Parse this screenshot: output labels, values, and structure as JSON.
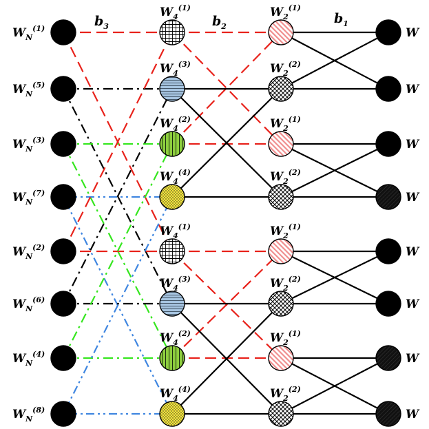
{
  "colors": {
    "red": "#e8221b",
    "black": "#000000",
    "green": "#35e61e",
    "blue": "#3f86e0",
    "fill_blue": "#a6c4e0",
    "fill_green": "#8fd03f",
    "fill_yellow": "#f5e63c",
    "fill_pink": "#f4b7b7"
  },
  "stage_labels": {
    "b3": {
      "main": "b",
      "sub": "3"
    },
    "b2": {
      "main": "b",
      "sub": "2"
    },
    "b1": {
      "main": "b",
      "sub": "1"
    }
  },
  "input_nodes": [
    {
      "main": "W",
      "sub": "N",
      "sup": "(1)"
    },
    {
      "main": "W",
      "sub": "N",
      "sup": "(5)"
    },
    {
      "main": "W",
      "sub": "N",
      "sup": "(3)"
    },
    {
      "main": "W",
      "sub": "N",
      "sup": "(7)"
    },
    {
      "main": "W",
      "sub": "N",
      "sup": "(2)"
    },
    {
      "main": "W",
      "sub": "N",
      "sup": "(6)"
    },
    {
      "main": "W",
      "sub": "N",
      "sup": "(4)"
    },
    {
      "main": "W",
      "sub": "N",
      "sup": "(8)"
    }
  ],
  "stage2_nodes": [
    {
      "main": "W",
      "sub": "4",
      "sup": "(1)",
      "pattern": "grid"
    },
    {
      "main": "W",
      "sub": "4",
      "sup": "(3)",
      "pattern": "hlines"
    },
    {
      "main": "W",
      "sub": "4",
      "sup": "(2)",
      "pattern": "vlines"
    },
    {
      "main": "W",
      "sub": "4",
      "sup": "(4)",
      "pattern": "dots"
    },
    {
      "main": "W",
      "sub": "4",
      "sup": "(1)",
      "pattern": "grid"
    },
    {
      "main": "W",
      "sub": "4",
      "sup": "(3)",
      "pattern": "hlines"
    },
    {
      "main": "W",
      "sub": "4",
      "sup": "(2)",
      "pattern": "vlines"
    },
    {
      "main": "W",
      "sub": "4",
      "sup": "(4)",
      "pattern": "dots"
    }
  ],
  "stage3_nodes": [
    {
      "main": "W",
      "sub": "2",
      "sup": "(1)",
      "pattern": "diag"
    },
    {
      "main": "W",
      "sub": "2",
      "sup": "(2)",
      "pattern": "cross"
    },
    {
      "main": "W",
      "sub": "2",
      "sup": "(1)",
      "pattern": "diag"
    },
    {
      "main": "W",
      "sub": "2",
      "sup": "(2)",
      "pattern": "cross"
    },
    {
      "main": "W",
      "sub": "2",
      "sup": "(1)",
      "pattern": "diag"
    },
    {
      "main": "W",
      "sub": "2",
      "sup": "(2)",
      "pattern": "cross"
    },
    {
      "main": "W",
      "sub": "2",
      "sup": "(1)",
      "pattern": "diag"
    },
    {
      "main": "W",
      "sub": "2",
      "sup": "(2)",
      "pattern": "cross"
    }
  ],
  "output_nodes": [
    {
      "main": "W",
      "fill": "solid"
    },
    {
      "main": "W",
      "fill": "solid"
    },
    {
      "main": "W",
      "fill": "solid"
    },
    {
      "main": "W",
      "fill": "hatched"
    },
    {
      "main": "W",
      "fill": "solid"
    },
    {
      "main": "W",
      "fill": "solid"
    },
    {
      "main": "W",
      "fill": "hatched"
    },
    {
      "main": "W",
      "fill": "hatched"
    }
  ],
  "edges_input_to_stage2": [
    {
      "from": 0,
      "to": 0,
      "style": "dashed",
      "color": "red"
    },
    {
      "from": 0,
      "to": 4,
      "style": "dashed",
      "color": "red"
    },
    {
      "from": 1,
      "to": 1,
      "style": "dashdot",
      "color": "black"
    },
    {
      "from": 1,
      "to": 5,
      "style": "dashdot",
      "color": "black"
    },
    {
      "from": 2,
      "to": 2,
      "style": "dashdot",
      "color": "green"
    },
    {
      "from": 2,
      "to": 6,
      "style": "dashdot",
      "color": "green"
    },
    {
      "from": 3,
      "to": 3,
      "style": "dashdotdot",
      "color": "blue"
    },
    {
      "from": 3,
      "to": 7,
      "style": "dashdotdot",
      "color": "blue"
    },
    {
      "from": 4,
      "to": 0,
      "style": "dashed",
      "color": "red"
    },
    {
      "from": 4,
      "to": 4,
      "style": "dashed",
      "color": "red"
    },
    {
      "from": 5,
      "to": 1,
      "style": "dashdot",
      "color": "black"
    },
    {
      "from": 5,
      "to": 5,
      "style": "dashdot",
      "color": "black"
    },
    {
      "from": 6,
      "to": 2,
      "style": "dashdot",
      "color": "green"
    },
    {
      "from": 6,
      "to": 6,
      "style": "dashdot",
      "color": "green"
    },
    {
      "from": 7,
      "to": 3,
      "style": "dashdotdot",
      "color": "blue"
    },
    {
      "from": 7,
      "to": 7,
      "style": "dashdotdot",
      "color": "blue"
    }
  ],
  "edges_stage2_to_stage3": [
    {
      "from": 0,
      "to": 0,
      "style": "dashed",
      "color": "red"
    },
    {
      "from": 0,
      "to": 2,
      "style": "dashed",
      "color": "red"
    },
    {
      "from": 2,
      "to": 0,
      "style": "dashed",
      "color": "red"
    },
    {
      "from": 2,
      "to": 2,
      "style": "dashed",
      "color": "red"
    },
    {
      "from": 1,
      "to": 1,
      "style": "solid",
      "color": "black"
    },
    {
      "from": 1,
      "to": 3,
      "style": "solid",
      "color": "black"
    },
    {
      "from": 3,
      "to": 1,
      "style": "solid",
      "color": "black"
    },
    {
      "from": 3,
      "to": 3,
      "style": "solid",
      "color": "black"
    },
    {
      "from": 4,
      "to": 4,
      "style": "dashed",
      "color": "red"
    },
    {
      "from": 4,
      "to": 6,
      "style": "dashed",
      "color": "red"
    },
    {
      "from": 6,
      "to": 4,
      "style": "dashed",
      "color": "red"
    },
    {
      "from": 6,
      "to": 6,
      "style": "dashed",
      "color": "red"
    },
    {
      "from": 5,
      "to": 5,
      "style": "solid",
      "color": "black"
    },
    {
      "from": 5,
      "to": 7,
      "style": "solid",
      "color": "black"
    },
    {
      "from": 7,
      "to": 5,
      "style": "solid",
      "color": "black"
    },
    {
      "from": 7,
      "to": 7,
      "style": "solid",
      "color": "black"
    }
  ],
  "edges_stage3_to_output": [
    {
      "from": 0,
      "to": 0,
      "style": "solid",
      "color": "black"
    },
    {
      "from": 1,
      "to": 0,
      "style": "solid",
      "color": "black"
    },
    {
      "from": 0,
      "to": 1,
      "style": "solid",
      "color": "black"
    },
    {
      "from": 1,
      "to": 1,
      "style": "solid",
      "color": "black"
    },
    {
      "from": 2,
      "to": 2,
      "style": "solid",
      "color": "black"
    },
    {
      "from": 3,
      "to": 2,
      "style": "solid",
      "color": "black"
    },
    {
      "from": 2,
      "to": 3,
      "style": "solid",
      "color": "black"
    },
    {
      "from": 3,
      "to": 3,
      "style": "solid",
      "color": "black"
    },
    {
      "from": 4,
      "to": 4,
      "style": "solid",
      "color": "black"
    },
    {
      "from": 5,
      "to": 4,
      "style": "solid",
      "color": "black"
    },
    {
      "from": 4,
      "to": 5,
      "style": "solid",
      "color": "black"
    },
    {
      "from": 5,
      "to": 5,
      "style": "solid",
      "color": "black"
    },
    {
      "from": 6,
      "to": 6,
      "style": "solid",
      "color": "black"
    },
    {
      "from": 7,
      "to": 6,
      "style": "solid",
      "color": "black"
    },
    {
      "from": 6,
      "to": 7,
      "style": "solid",
      "color": "black"
    },
    {
      "from": 7,
      "to": 7,
      "style": "solid",
      "color": "black"
    }
  ]
}
